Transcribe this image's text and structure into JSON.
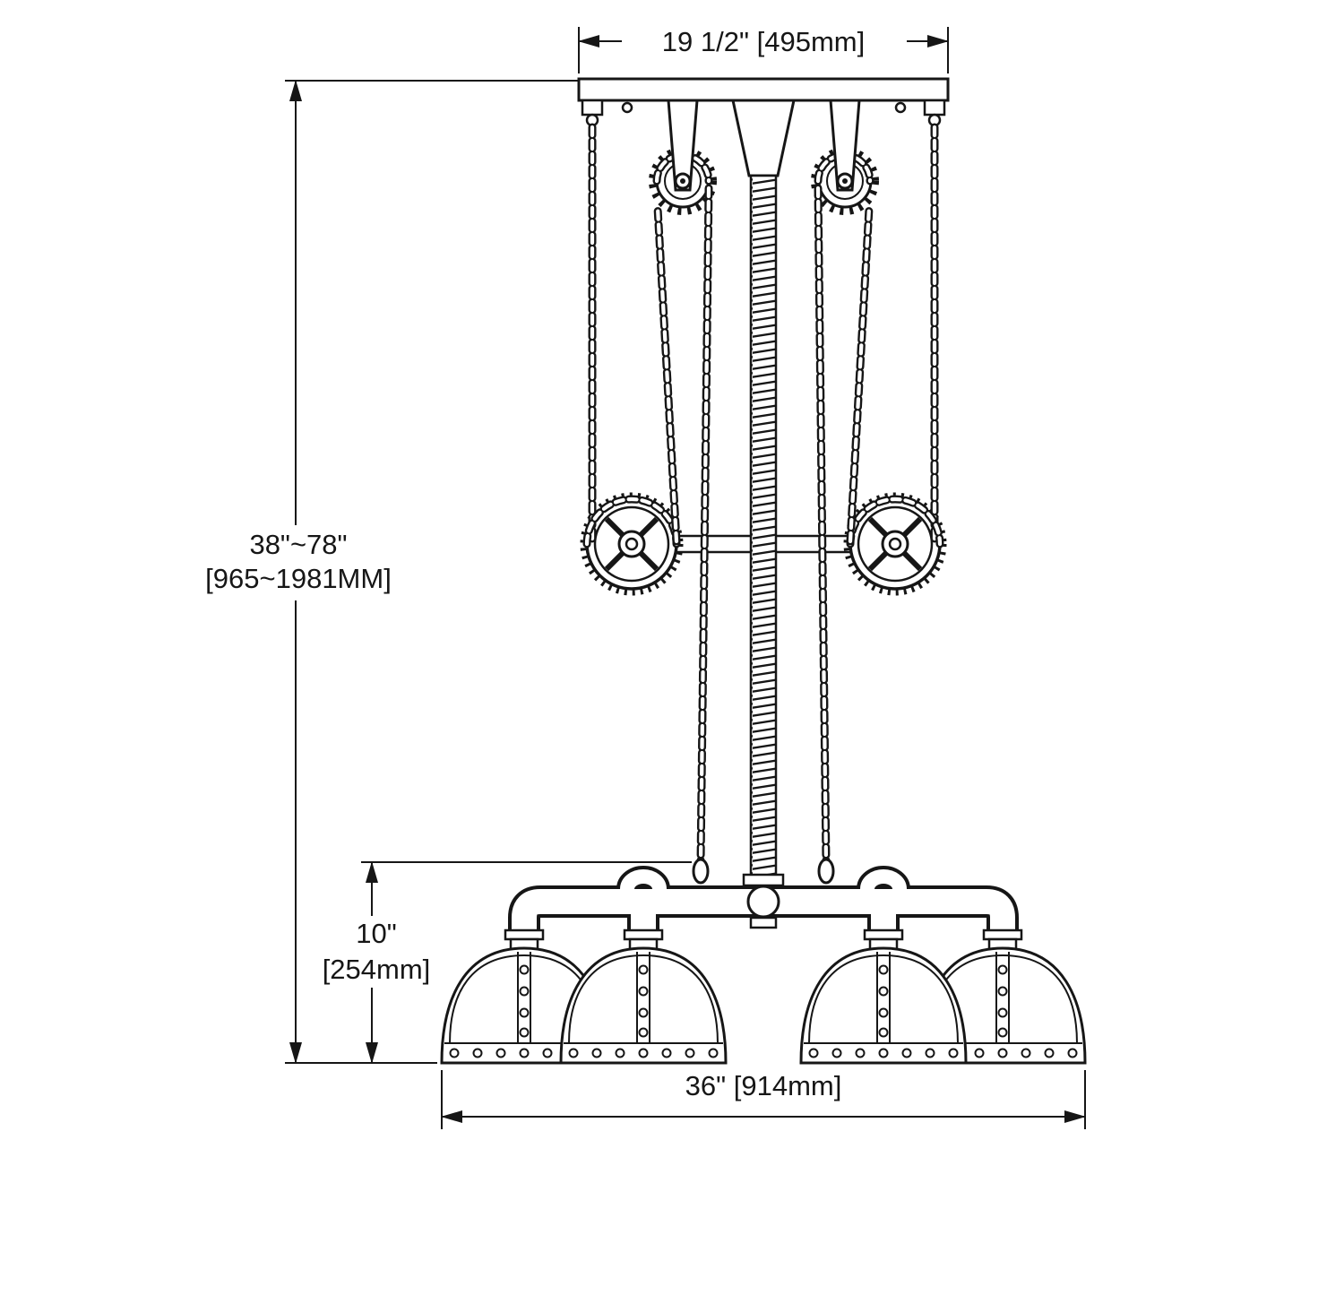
{
  "page": {
    "background": "#ffffff",
    "line_color": "#161616"
  },
  "dimensions": {
    "canopy_width": "19 1/2\" [495mm]",
    "overall_height": "38\"~78\"",
    "overall_height_metric": "[965~1981MM]",
    "shade_drop": "10\"",
    "shade_drop_metric": "[254mm]",
    "fixture_width": "36\" [914mm]"
  }
}
